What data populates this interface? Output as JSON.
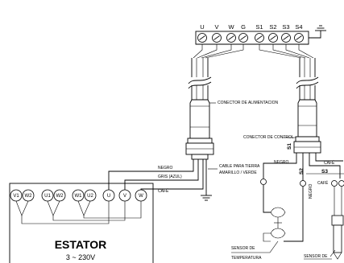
{
  "terminal_block": {
    "terminals": [
      "U",
      "V",
      "W",
      "G",
      "S1",
      "S2",
      "S3",
      "S4"
    ]
  },
  "connectors": {
    "power": "CONECTOR DE ALIMENTACION",
    "control": "CONECTOR DE CONTROL"
  },
  "wires": {
    "negro": "NEGRO",
    "gris": "GRIS (AZUL)",
    "cafe": "CAFÉ",
    "ground_cable": "CABLE PARA TIERRA",
    "ground_colors": "AMARILLO / VERDE",
    "negro_right": "NEGRO",
    "cafe_right": "CAFÉ",
    "negro_vertical": "NEGRO",
    "cafe_small": "CAFÉ"
  },
  "signals": {
    "s1": "S1",
    "s2": "S2",
    "s3": "S3"
  },
  "sensors": {
    "temp_line1": "SENSOR DE",
    "temp_line2": "TEMPERATURA",
    "other": "SENSOR DE"
  },
  "stator": {
    "title": "ESTATOR",
    "subtitle": "3 ~ 230V",
    "coil_terminals": [
      "V1",
      "W2",
      "U1",
      "W2",
      "W1",
      "U2"
    ],
    "phase_terminals": [
      "U",
      "V",
      "W"
    ]
  }
}
